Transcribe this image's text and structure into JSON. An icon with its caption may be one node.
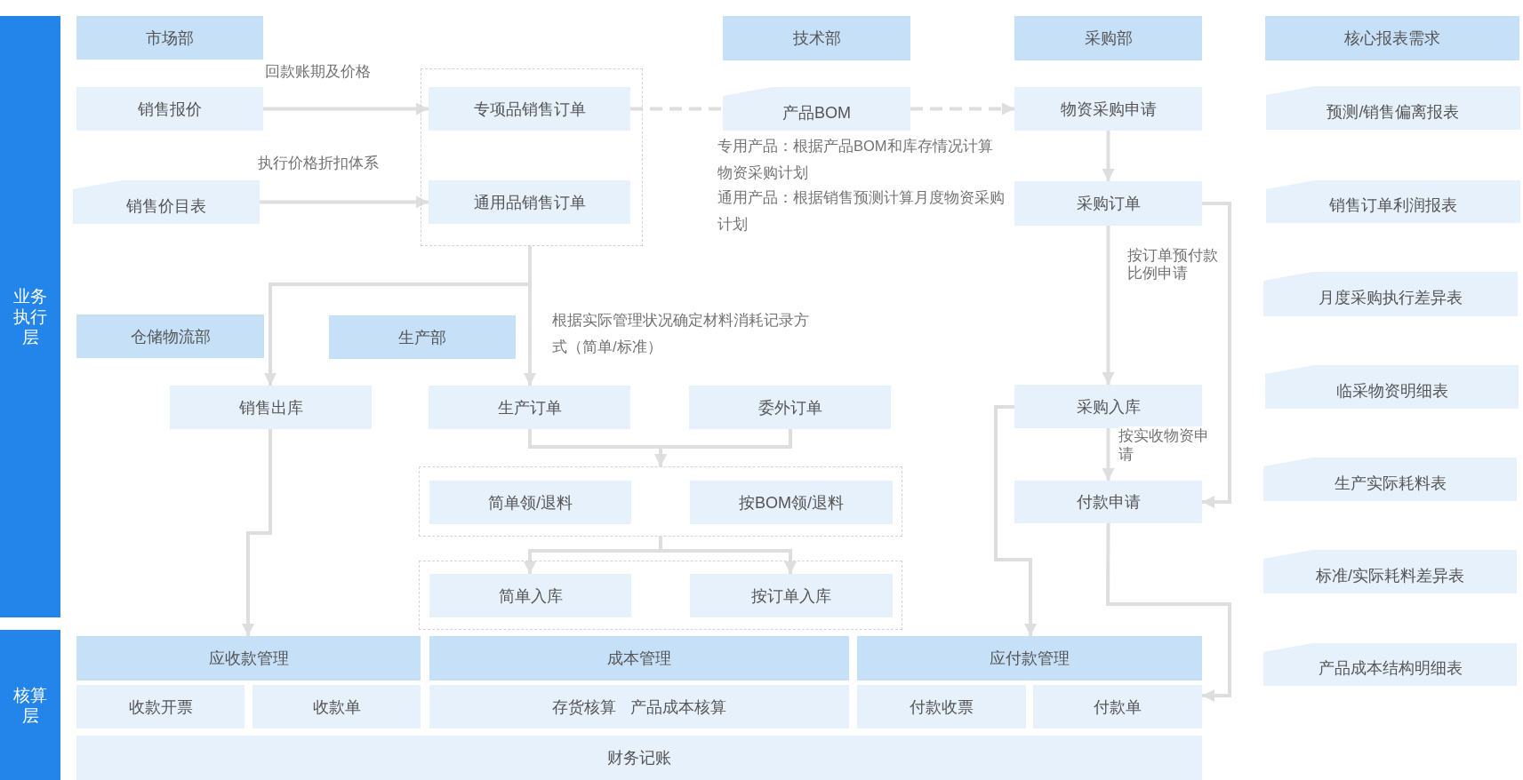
{
  "diagram": {
    "nodes": [
      {
        "text": [
          "业务执行层"
        ]
      },
      {
        "text": [
          "市场部"
        ]
      },
      {
        "text": [
          "技术部"
        ]
      },
      {
        "text": [
          "采购部"
        ]
      },
      {
        "text": [
          "核心报表需求"
        ]
      },
      {
        "text": [],
        "shape": "box"
      },
      {
        "text": [
          "销售报价"
        ]
      },
      {
        "text": [
          "专项品销售订单"
        ],
        "in": 5
      },
      {
        "text": [
          "产品BOM"
        ],
        "beside": [
          "专用产品：根据产品BOM和库存情况计算物资采购计划",
          "通用产品：根据销售预测计算月度物资采购计划"
        ]
      },
      {
        "text": [
          "物资采购申请"
        ]
      },
      {
        "text": [
          "预测/销售偏离报表"
        ]
      },
      {
        "text": [
          "销售价目表"
        ]
      },
      {
        "text": [
          "通用品销售订单"
        ],
        "in": 5
      },
      {
        "text": [
          "采购订单"
        ]
      },
      {
        "text": [
          "销售订单利润报表"
        ]
      },
      {
        "text": [
          "月度采购执行差异表"
        ]
      },
      {
        "text": [
          "仓储物流部"
        ]
      },
      {
        "text": [
          "生产部"
        ]
      },
      {
        "text": [
          "临采物资明细表"
        ]
      },
      {
        "text": [
          "销售出库"
        ]
      },
      {
        "text": [
          "生产订单"
        ]
      },
      {
        "text": [
          "委外订单"
        ]
      },
      {
        "text": [
          "采购入库"
        ]
      },
      {
        "text": [
          "生产实际耗料表"
        ]
      },
      {
        "text": [],
        "shape": "box"
      },
      {
        "text": [
          "简单领/退料"
        ],
        "in": 24
      },
      {
        "text": [
          "按BOM领/退料"
        ],
        "in": 24
      },
      {
        "text": [
          "付款申请"
        ]
      },
      {
        "text": [
          "标准/实际耗料差异表"
        ]
      },
      {
        "text": [],
        "shape": "box"
      },
      {
        "text": [
          "简单入库"
        ],
        "in": 29
      },
      {
        "text": [
          "按订单入库"
        ],
        "in": 29
      },
      {
        "text": [
          "核算层"
        ]
      },
      {
        "text": [
          "应收款管理"
        ]
      },
      {
        "text": [
          "成本管理"
        ]
      },
      {
        "text": [
          "应付款管理"
        ]
      },
      {
        "text": [
          "产品成本结构明细表"
        ]
      },
      {
        "text": [
          "收款开票"
        ]
      },
      {
        "text": [
          "收款单"
        ]
      },
      {
        "text": [
          "存货核算",
          "产品成本核算"
        ]
      },
      {
        "text": [
          "付款收票"
        ]
      },
      {
        "text": [
          "付款单"
        ]
      },
      {
        "text": [
          "财务记账"
        ]
      }
    ],
    "edges": [
      {
        "from": 6,
        "to": 7,
        "arrow": "to",
        "label": "回款账期及价格"
      },
      {
        "from": 11,
        "to": 12,
        "arrow": "to",
        "label": "执行价格折扣体系"
      },
      {
        "from": 7,
        "to": 8,
        "arrow": "none",
        "style": "dashed"
      },
      {
        "from": 8,
        "to": 9,
        "arrow": "to",
        "style": "dashed"
      },
      {
        "from": 9,
        "to": 13,
        "arrow": "to"
      },
      {
        "from": 5,
        "to": 19,
        "arrow": "to"
      },
      {
        "from": 5,
        "to": 20,
        "arrow": "to",
        "label": "根据实际管理状况确定材料消耗记录方式（简单/标准）"
      },
      {
        "from": 13,
        "to": 22,
        "arrow": "to",
        "label": "按订单预付款比例申请"
      },
      {
        "from": 13,
        "to": 27,
        "arrow": "to"
      },
      {
        "from": 20,
        "to": 24,
        "arrow": "to"
      },
      {
        "from": 21,
        "to": 24,
        "arrow": "to"
      },
      {
        "from": 22,
        "to": 27,
        "arrow": "to",
        "label": "按实收物资申请"
      },
      {
        "from": 24,
        "to": 30,
        "arrow": "to"
      },
      {
        "from": 24,
        "to": 31,
        "arrow": "to"
      },
      {
        "from": 19,
        "to": 33,
        "arrow": "to"
      },
      {
        "from": 22,
        "to": 35,
        "arrow": "to"
      },
      {
        "from": 27,
        "to": 41,
        "arrow": "to"
      }
    ]
  }
}
